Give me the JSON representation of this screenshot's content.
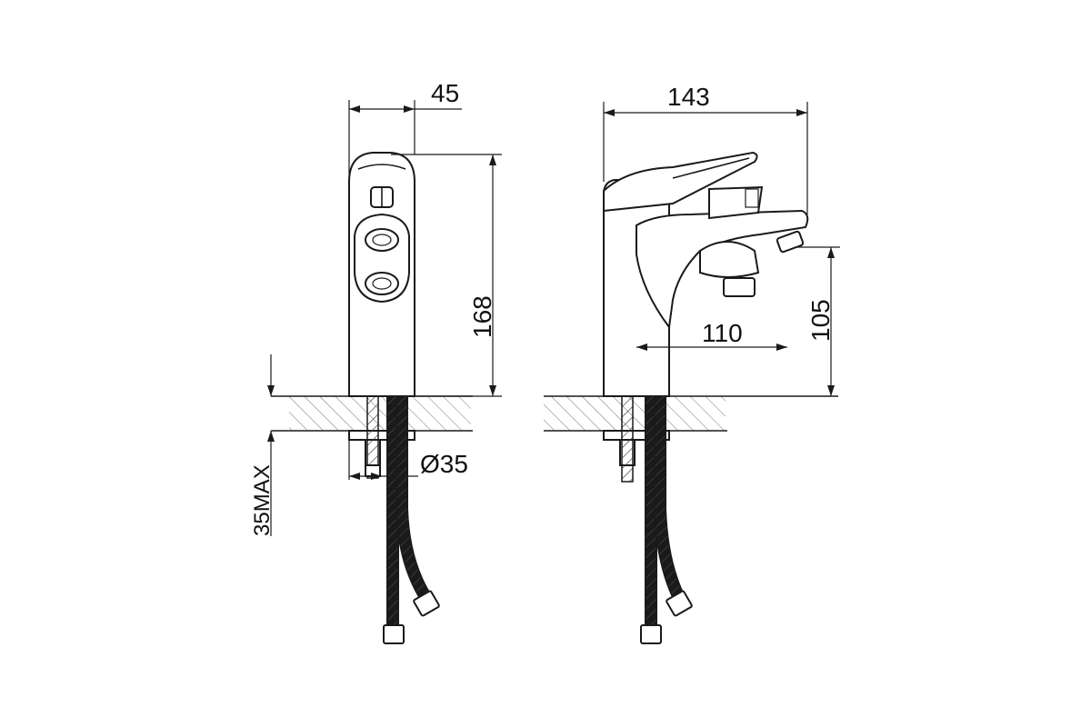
{
  "dimensions": {
    "front_width": "45",
    "front_height": "168",
    "hole_diameter": "Ø35",
    "deck_thickness": "35MAX",
    "side_width": "143",
    "spout_reach": "110",
    "spout_height": "105"
  }
}
